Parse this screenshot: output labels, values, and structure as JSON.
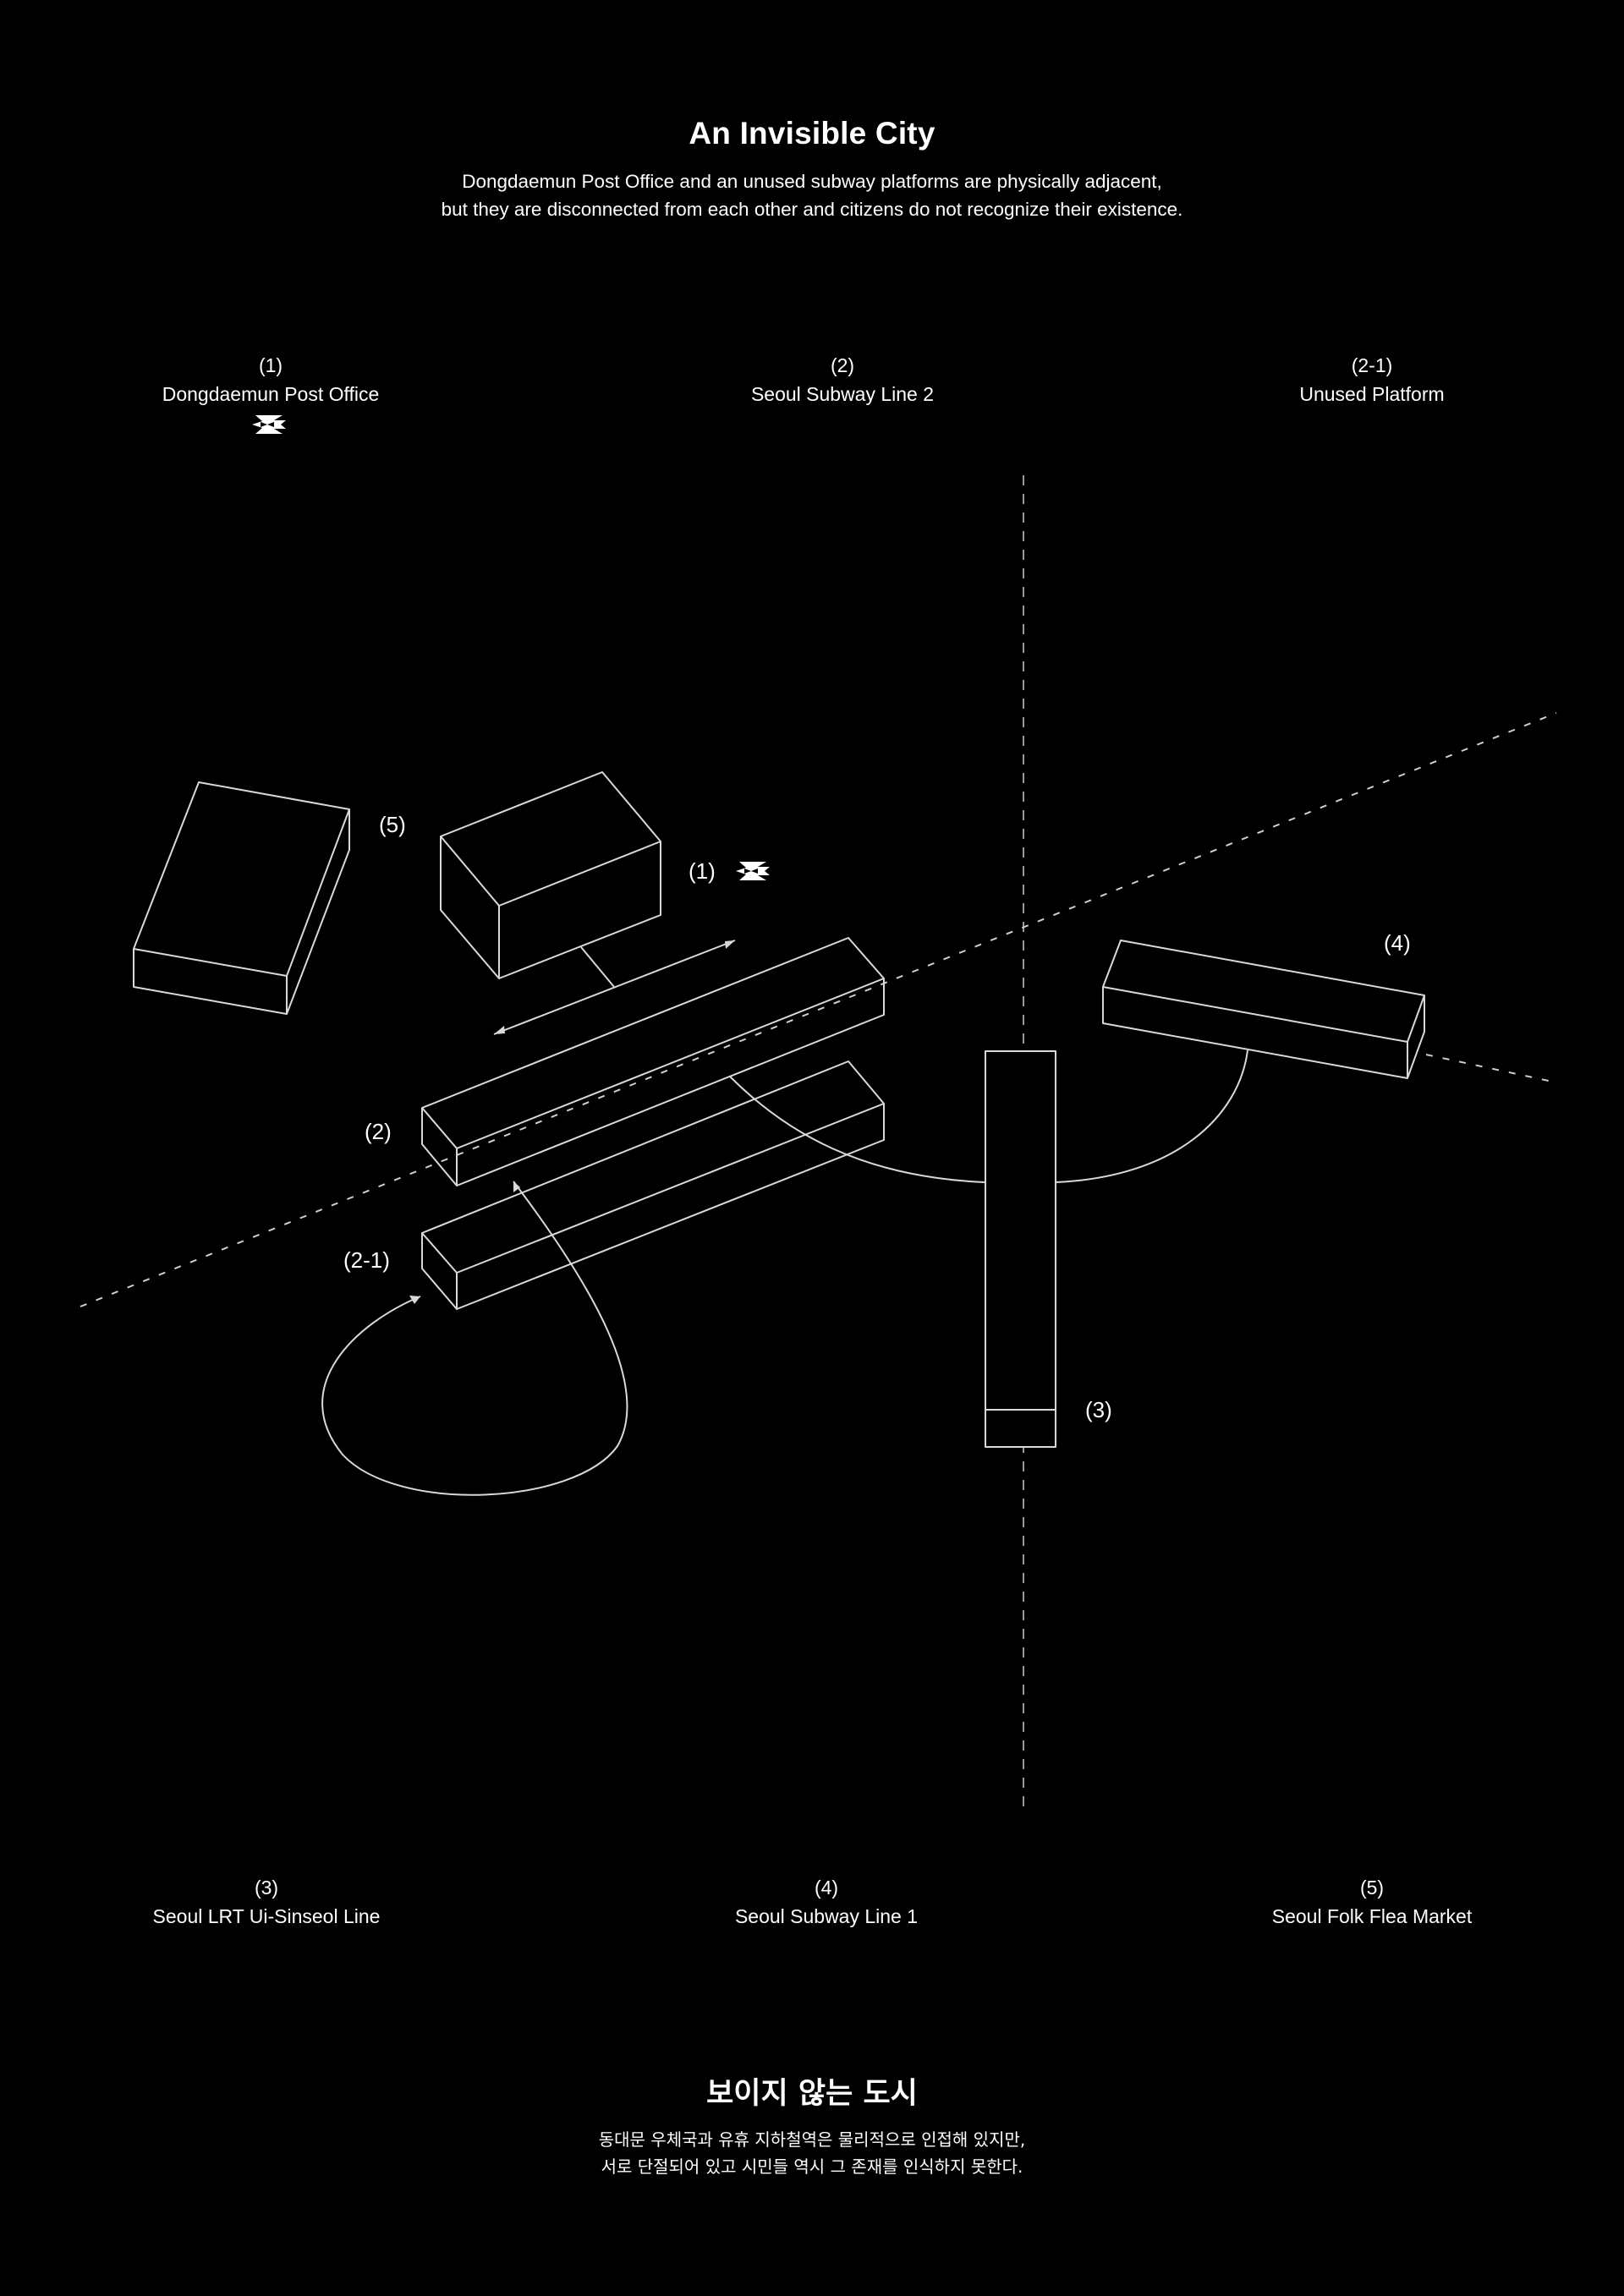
{
  "header": {
    "title": "An Invisible City",
    "subtitle_lines": [
      "Dongdaemun Post Office and an unused subway platforms are physically adjacent,",
      "but they are disconnected from each other and citizens do not recognize their existence."
    ]
  },
  "legend_top": [
    {
      "num": "(1)",
      "name": "Dongdaemun Post Office",
      "icon": "korea-post-logo-icon"
    },
    {
      "num": "(2)",
      "name": "Seoul Subway Line 2"
    },
    {
      "num": "(2-1)",
      "name": "Unused Platform"
    }
  ],
  "legend_bottom": [
    {
      "num": "(3)",
      "name": "Seoul LRT Ui-Sinseol Line"
    },
    {
      "num": "(4)",
      "name": "Seoul Subway Line 1"
    },
    {
      "num": "(5)",
      "name": "Seoul Folk Flea Market"
    }
  ],
  "diagram": {
    "tags": {
      "post_office": "(1)",
      "line2": "(2)",
      "unused_platform": "(2-1)",
      "lrt": "(3)",
      "line1": "(4)",
      "flea_market": "(5)"
    },
    "stroke_color": "#d9d9d9",
    "background": "#000000"
  },
  "footer": {
    "title": "보이지 않는 도시",
    "lines": [
      "동대문 우체국과 유휴 지하철역은 물리적으로 인접해 있지만,",
      "서로 단절되어 있고 시민들 역시 그 존재를 인식하지 못한다."
    ]
  }
}
